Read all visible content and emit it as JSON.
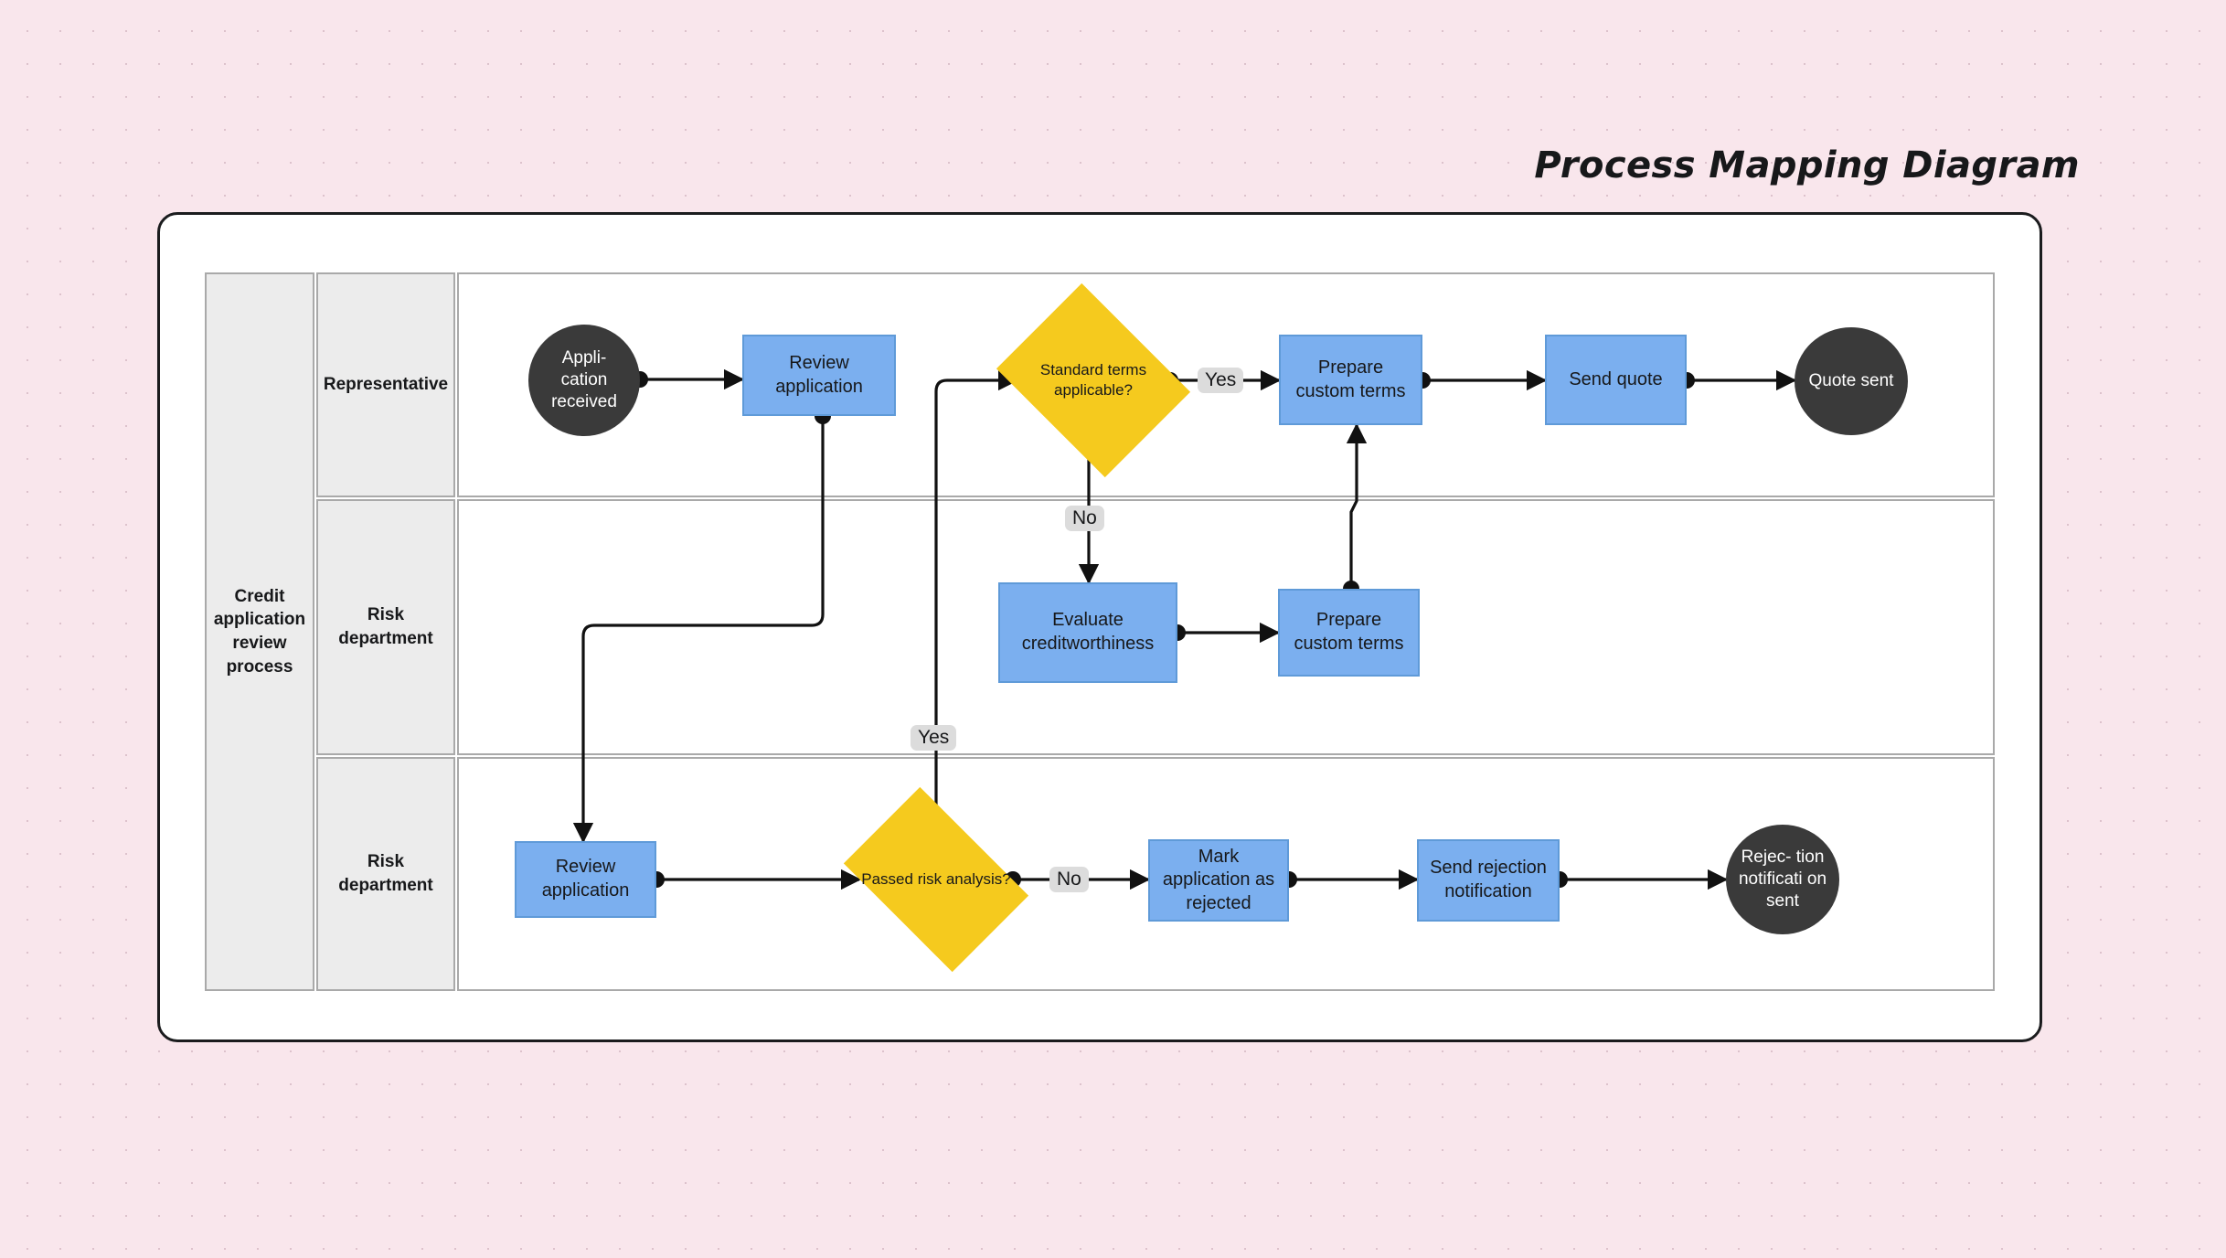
{
  "title": "Process Mapping Diagram",
  "pool": {
    "label": "Credit application review process"
  },
  "lanes": [
    {
      "id": "lane-representative",
      "label": "Representative"
    },
    {
      "id": "lane-risk-1",
      "label": "Risk department"
    },
    {
      "id": "lane-risk-2",
      "label": "Risk department"
    }
  ],
  "nodes": {
    "application_received": "Appli- cation received",
    "review_application_top": "Review application",
    "standard_terms": "Standard terms applicable?",
    "prepare_custom_terms_top": "Prepare custom terms",
    "send_quote": "Send quote",
    "quote_sent": "Quote sent",
    "evaluate_creditworthiness": "Evaluate creditworthiness",
    "prepare_custom_terms_mid": "Prepare custom terms",
    "review_application_bottom": "Review application",
    "passed_risk_analysis": "Passed risk analysis?",
    "mark_rejected": "Mark application as rejected",
    "send_rejection": "Send rejection notification",
    "rejection_sent": "Rejec- tion notificati on sent"
  },
  "edge_labels": {
    "standard_terms_yes": "Yes",
    "standard_terms_no": "No",
    "review_branch_yes": "Yes",
    "passed_risk_no": "No"
  },
  "colors": {
    "background": "#f9e6ec",
    "card": "#ffffff",
    "card_border": "#1b1c1e",
    "lane_header": "#ececec",
    "lane_border": "#a9a9a9",
    "process": "#7bafef",
    "process_border": "#5f9ad8",
    "decision": "#f5ca1e",
    "terminator": "#3a3a3a",
    "connector": "#111111",
    "edge_label_bg": "#dcdcdc",
    "text": "#17181a"
  }
}
